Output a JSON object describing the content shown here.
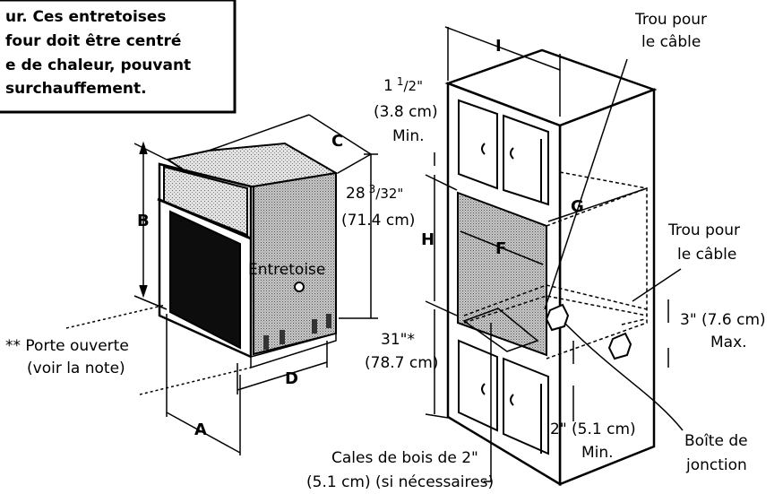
{
  "note_lines": [
    "ur. Ces entretoises",
    "four doit être centré",
    "e de chaleur, pouvant",
    "surchauffement."
  ],
  "letters": {
    "A": "A",
    "B": "B",
    "C": "C",
    "D": "D",
    "F": "F",
    "G": "G",
    "H": "H",
    "I": "I"
  },
  "labels": {
    "trou_top_1": "Trou pour",
    "trou_top_2": "le câble",
    "trou_right_1": "Trou pour",
    "trou_right_2": "le câble",
    "gap_top_1": "1",
    "gap_top_1_sup": "1",
    "gap_top_1_frac": "/2\"",
    "gap_top_2": "(3.8 cm)",
    "gap_top_3": "Min.",
    "height_1": "28",
    "height_1_sup": "3",
    "height_1_frac": "/32\"",
    "height_2": "(71.4 cm)",
    "spacer": "Entretoise",
    "door_1": "** Porte ouverte",
    "door_2": "(voir la note)",
    "floor_1": "31\"*",
    "floor_2": "(78.7 cm)",
    "three_1": "3\" (7.6 cm)",
    "three_2": "Max.",
    "two_1": "2\" (5.1 cm)",
    "two_2": "Min.",
    "wood_1": "Cales de bois de 2\"",
    "wood_2": "(5.1 cm) (si nécessaires)",
    "box_1": "Boîte de",
    "box_2": "jonction"
  },
  "colors": {
    "stipple": "#9a9a9a",
    "stipple_dark": "#777777",
    "window": "#0d0d0d"
  }
}
